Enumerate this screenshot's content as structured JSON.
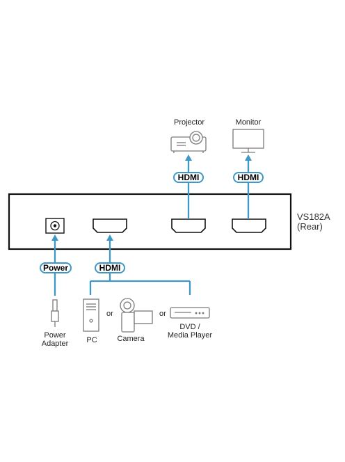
{
  "device": {
    "model": "VS182A",
    "view": "(Rear)"
  },
  "outputs": [
    {
      "label": "Projector",
      "icon": "projector-icon",
      "cable": "HDMI"
    },
    {
      "label": "Monitor",
      "icon": "monitor-icon",
      "cable": "HDMI"
    }
  ],
  "inputs": {
    "power": {
      "cable": "Power",
      "label_line1": "Power",
      "label_line2": "Adapter",
      "icon": "power-adapter-icon"
    },
    "hdmi": {
      "cable": "HDMI",
      "sources": [
        {
          "label": "PC",
          "icon": "pc-tower-icon"
        },
        {
          "label": "Camera",
          "icon": "camera-icon"
        },
        {
          "label_line1": "DVD /",
          "label_line2": "Media Player",
          "icon": "dvd-player-icon"
        }
      ],
      "separator": "or"
    }
  },
  "colors": {
    "cable": "#3d97c7",
    "outline": "#1a1a1a",
    "icon": "#7a7a7a"
  }
}
